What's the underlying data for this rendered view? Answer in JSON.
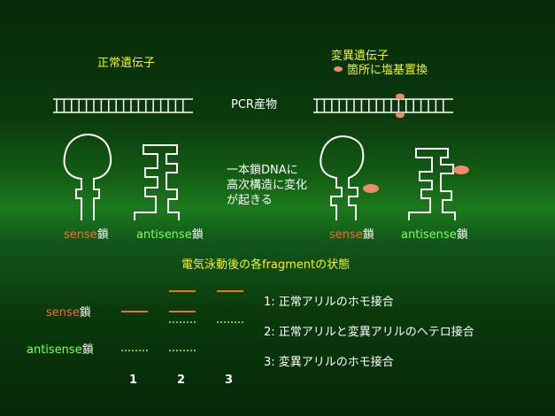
{
  "titles": {
    "normal_gene": "正常遺伝子",
    "mutant_gene": "変異遺伝子",
    "substitution_legend": "箇所に塩基置換",
    "pcr_product": "PCR産物"
  },
  "middle_note": {
    "line1": "一本鎖DNAに",
    "line2": "高次構造に変化",
    "line3": "が起きる"
  },
  "strand_labels": {
    "sense": "sense",
    "antisense": "antisense",
    "chain_suffix": "鎖"
  },
  "gel": {
    "title": "電気泳動後の各fragmentの状態",
    "lanes": [
      "1",
      "2",
      "3"
    ],
    "legend": [
      "1: 正常アリルのホモ接合",
      "2: 正常アリルと変異アリルのヘテロ接合",
      "3: 変異アリルのホモ接合"
    ]
  },
  "colors": {
    "title_text": "#f6f223",
    "sense": "#e8742a",
    "antisense": "#7dff5c",
    "mutation_mark": "#f08a6a"
  }
}
